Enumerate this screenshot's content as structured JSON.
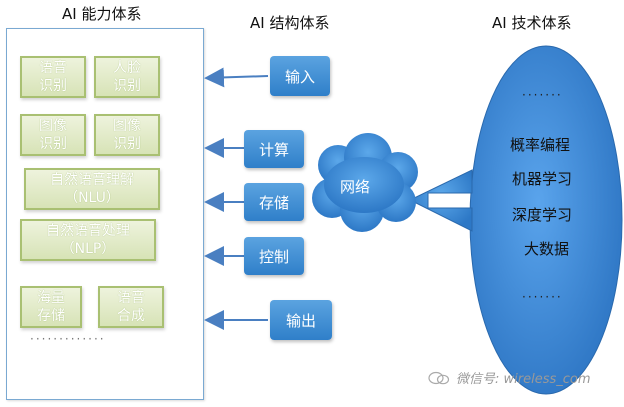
{
  "headings": {
    "ability": "AI 能力体系",
    "structure": "AI 结构体系",
    "tech": "AI 技术体系"
  },
  "capabilities": [
    "语音\n识别",
    "人脸\n识别",
    "图像\n识别",
    "图像\n识别",
    "自然语音理解\n（NLU）",
    "自然语音处理\n（NLP）",
    "海量\n存储",
    "语音\n合成"
  ],
  "ability_more": "·············",
  "structure_items": {
    "input": "输入",
    "compute": "计算",
    "storage": "存储",
    "control": "控制",
    "output": "输出",
    "network": "网络"
  },
  "tech": {
    "top_dots": "·······",
    "items": [
      "概率编程",
      "机器学习",
      "深度学习",
      "大数据"
    ],
    "bottom_dots": "·······"
  },
  "watermark": "微信号: wireless_com"
}
